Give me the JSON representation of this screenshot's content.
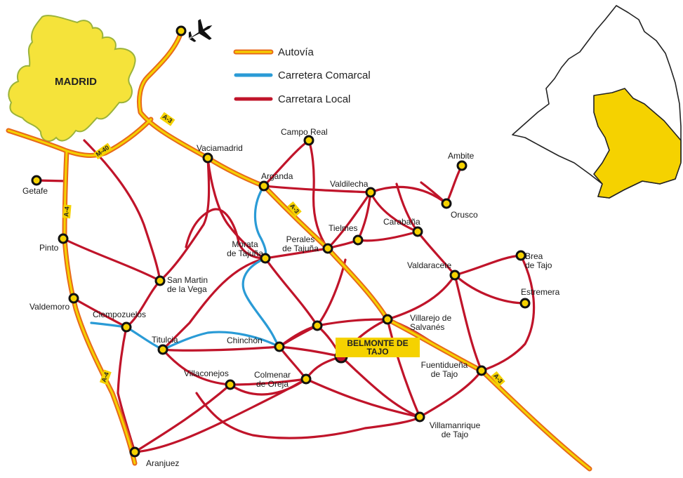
{
  "colors": {
    "autovia_outer": "#e86a1a",
    "autovia_inner": "#f5d200",
    "comarcal": "#2a9bd6",
    "local": "#c0142a",
    "region_fill": "#f5e33a",
    "node_fill": "#f5d200",
    "node_stroke": "#111111",
    "belmonte_fill": "#c0142a"
  },
  "legend": [
    {
      "label": "Autovía",
      "style": "autovia"
    },
    {
      "label": "Carretera Comarcal",
      "style": "comarcal"
    },
    {
      "label": "Carretara Local",
      "style": "local"
    }
  ],
  "region_label": "MADRID",
  "highlight_label": "BELMONTE DE\nTAJO",
  "road_shields": [
    "A-3",
    "M-40",
    "A-4",
    "A-3",
    "A-4",
    "A-3"
  ],
  "towns": {
    "vaciamadrid": "Vaciamadrid",
    "campo_real": "Campo Real",
    "ambite": "Ambite",
    "getafe": "Getafe",
    "arganda": "Arganda",
    "valdilecha": "Valdilecha",
    "orusco": "Orusco",
    "pinto": "Pinto",
    "tielmes": "Tielmes",
    "carabana": "Carabaña",
    "morata": "Morata\nde Tajuña",
    "perales": "Perales\nde Tajuña",
    "brea": "Brea\nde Tajo",
    "valdaracete": "Valdaracete",
    "san_martin": "San Martin\nde la Vega",
    "estremera": "Estremera",
    "valdemoro": "Valdemoro",
    "ciempozuelos": "Ciempozuelos",
    "villarejo": "Villarejo de\nSalvanés",
    "titulcia": "Titulcia",
    "chinchon": "Chinchón",
    "fuentiduena": "Fuentidueña\nde Tajo",
    "villaconejos": "Villaconejos",
    "colmenar": "Colmenar\nde Oreja",
    "villamanrique": "Villamanrique\nde Tajo",
    "aranjuez": "Aranjuez"
  },
  "icons": [
    "airplane-icon"
  ]
}
